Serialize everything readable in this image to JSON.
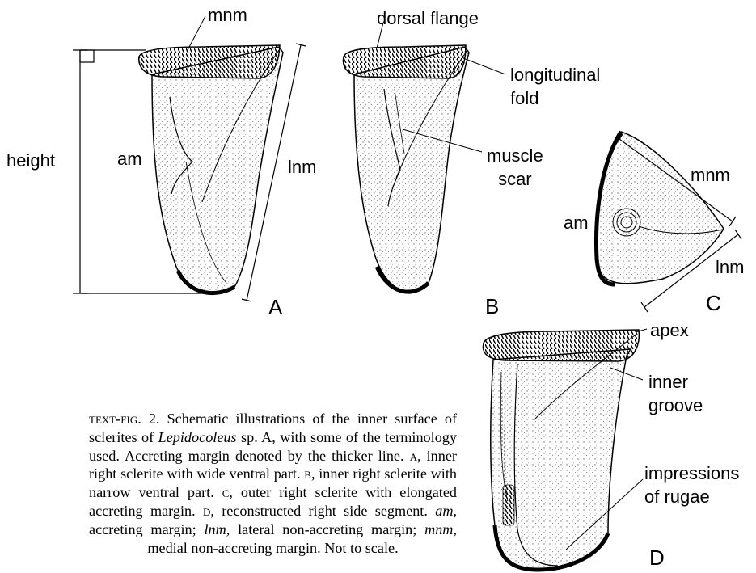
{
  "labels": {
    "mnm_a": "mnm",
    "height": "height",
    "am_a": "am",
    "lnm_a": "lnm",
    "dorsal_flange": "dorsal flange",
    "longitudinal_fold": "longitudinal\nfold",
    "muscle_scar": "muscle\nscar",
    "am_c": "am",
    "mnm_c": "mnm",
    "lnm_c": "lnm",
    "apex": "apex",
    "inner_groove": "inner\ngroove",
    "impressions_of_rugae": "impressions\nof rugae"
  },
  "panels": {
    "a": "A",
    "b": "B",
    "c": "C",
    "d": "D"
  },
  "caption": {
    "fig_label": "text-fig. 2.",
    "part1": " Schematic illustrations of the inner surface of sclerites of ",
    "genus": "Lepidocoleus",
    "part2": " sp. A, with some of the terminology used. Accreting margin denoted by the thicker line. ",
    "a_key": "a",
    "a_text": ", inner right sclerite with wide ventral part. ",
    "b_key": "b",
    "b_text": ", inner right sclerite with narrow ventral part. ",
    "c_key": "c",
    "c_text": ", outer right sclerite with elongated accreting margin. ",
    "d_key": "d",
    "d_text": ", reconstructed right side segment. ",
    "am_abbr": "am",
    "am_text": ", accreting margin; ",
    "lnm_abbr": "lnm",
    "lnm_text": ", lateral non-accreting margin; ",
    "mnm_abbr": "mnm",
    "mnm_text": ", medial non-accreting margin. Not to scale."
  }
}
